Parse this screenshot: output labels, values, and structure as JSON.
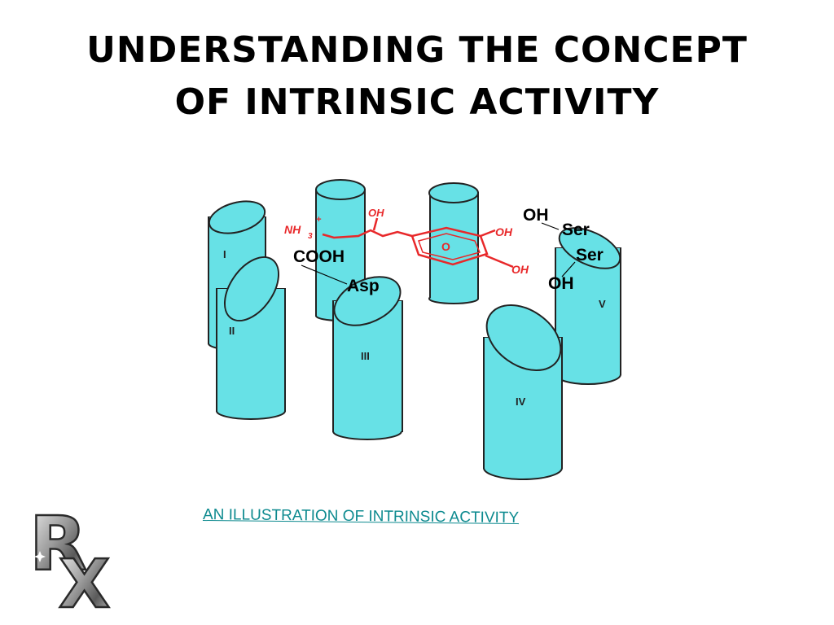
{
  "title": {
    "line1": "UNDERSTANDING THE CONCEPT",
    "line2": "OF INTRINSIC ACTIVITY"
  },
  "diagram": {
    "helix_labels": {
      "I": "I",
      "II": "II",
      "III": "III",
      "IV": "IV",
      "V": "V"
    },
    "labels": {
      "nh3": "NH",
      "nh3_sub": "3",
      "nh3_sup": "+",
      "oh_chain": "OH",
      "ring_o": "O",
      "oh_ring_upper": "OH",
      "oh_ring_lower": "OH",
      "cooh": "COOH",
      "asp": "Asp",
      "oh_ser1": "OH",
      "ser1": "Ser",
      "ser2": "Ser",
      "oh_ser2": "OH"
    },
    "colors": {
      "cylinder": "#67e1e6",
      "cylinder_outline": "#222222",
      "molecule": "#e8282a"
    }
  },
  "caption": "AN ILLUSTRATION OF INTRINSIC ACTIVITY",
  "logo": {
    "text_r": "R",
    "text_x": "X"
  }
}
